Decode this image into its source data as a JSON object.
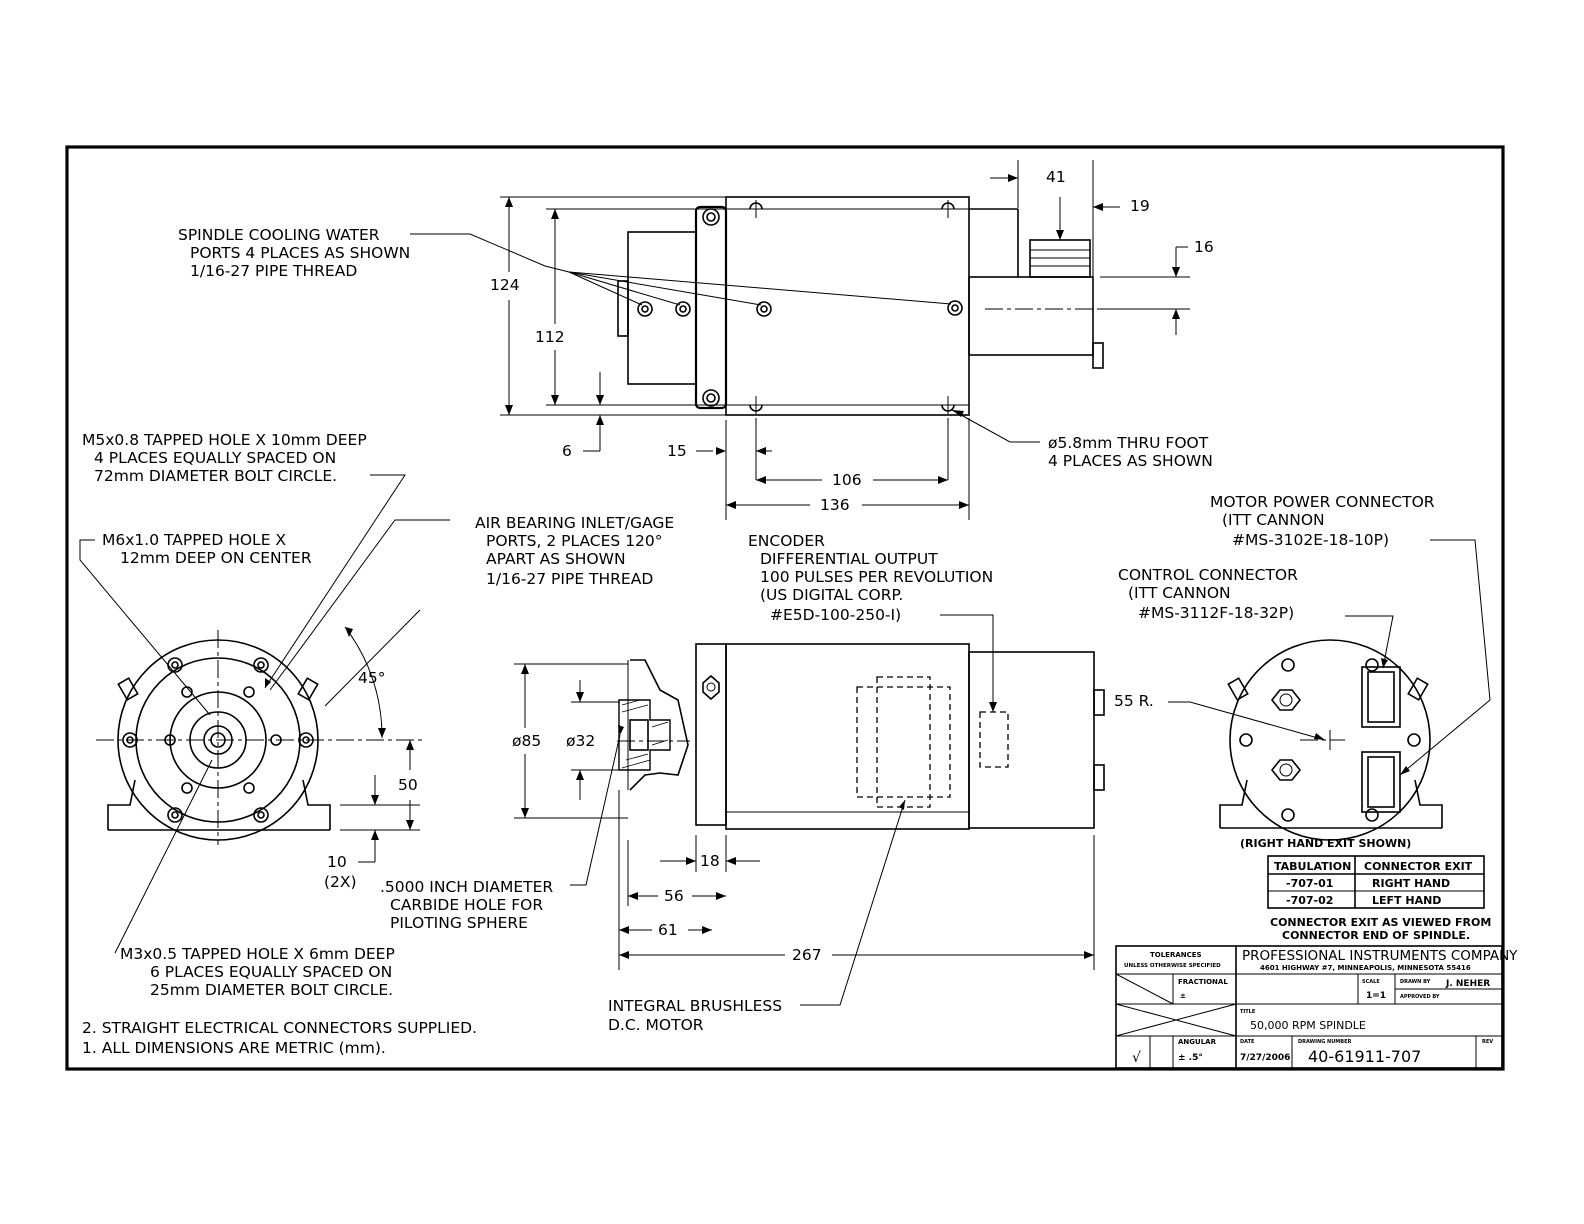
{
  "notes": {
    "cooling": [
      "SPINDLE COOLING WATER",
      "PORTS 4 PLACES AS SHOWN",
      "1/16-27 PIPE THREAD"
    ],
    "m5": [
      "M5x0.8 TAPPED HOLE X 10mm DEEP",
      "4 PLACES EQUALLY SPACED ON",
      "72mm DIAMETER BOLT CIRCLE."
    ],
    "m6": [
      "M6x1.0 TAPPED HOLE X",
      "12mm DEEP ON CENTER"
    ],
    "air": [
      "AIR BEARING INLET/GAGE",
      "PORTS, 2 PLACES 120°",
      "APART AS SHOWN",
      "1/16-27 PIPE THREAD"
    ],
    "encoder": [
      "ENCODER",
      "DIFFERENTIAL OUTPUT",
      "100 PULSES PER REVOLUTION",
      "(US DIGITAL CORP.",
      "#E5D-100-250-I)"
    ],
    "motor_power": [
      "MOTOR POWER CONNECTOR",
      "(ITT CANNON",
      "#MS-3102E-18-10P)"
    ],
    "control": [
      "CONTROL CONNECTOR",
      "(ITT CANNON",
      "#MS-3112F-18-32P)"
    ],
    "thru_foot": [
      "ø5.8mm THRU FOOT",
      "4 PLACES AS SHOWN"
    ],
    "carbide": [
      ".5000 INCH DIAMETER",
      "CARBIDE HOLE FOR",
      "PILOTING SPHERE"
    ],
    "m3": [
      "M3x0.5 TAPPED HOLE X 6mm DEEP",
      "6 PLACES EQUALLY SPACED ON",
      "25mm DIAMETER BOLT CIRCLE."
    ],
    "motor": [
      "INTEGRAL BRUSHLESS",
      "D.C. MOTOR"
    ],
    "right_hand": "(RIGHT HAND EXIT SHOWN)",
    "exit_viewed": [
      "CONNECTOR EXIT AS VIEWED FROM",
      "CONNECTOR END OF SPINDLE."
    ],
    "general": [
      "2. STRAIGHT ELECTRICAL CONNECTORS SUPPLIED.",
      "1. ALL DIMENSIONS ARE METRIC (mm)."
    ]
  },
  "dims": {
    "d41": "41",
    "d19": "19",
    "d16": "16",
    "d124": "124",
    "d112": "112",
    "d6": "6",
    "d15": "15",
    "d106": "106",
    "d136": "136",
    "d45": "45°",
    "d50": "50",
    "d10": "10",
    "d2x": "(2X)",
    "d85": "ø85",
    "d32": "ø32",
    "d55r": "55 R.",
    "d18": "18",
    "d56": "56",
    "d61": "61",
    "d267": "267"
  },
  "tabulation": {
    "headers": [
      "TABULATION",
      "CONNECTOR EXIT"
    ],
    "rows": [
      [
        "-707-01",
        "RIGHT HAND"
      ],
      [
        "-707-02",
        "LEFT HAND"
      ]
    ]
  },
  "title_block": {
    "tolerances": "TOLERANCES",
    "unless": "UNLESS OTHERWISE SPECIFIED",
    "fractional": "FRACTIONAL",
    "frac_val": "±",
    "angular": "ANGULAR",
    "angular_val": "± .5°",
    "company": "PROFESSIONAL INSTRUMENTS COMPANY",
    "address": "4601 HIGHWAY #7, MINNEAPOLIS, MINNESOTA 55416",
    "scale_label": "SCALE",
    "scale": "1=1",
    "drawn_label": "DRAWN BY",
    "drawn": "J. NEHER",
    "approved_label": "APPROVED BY",
    "title_label": "TITLE",
    "title": "50,000 RPM SPINDLE",
    "date_label": "DATE",
    "date": "7/27/2006",
    "dwg_label": "DRAWING NUMBER",
    "dwg": "40-61911-707",
    "rev_label": "REV"
  }
}
